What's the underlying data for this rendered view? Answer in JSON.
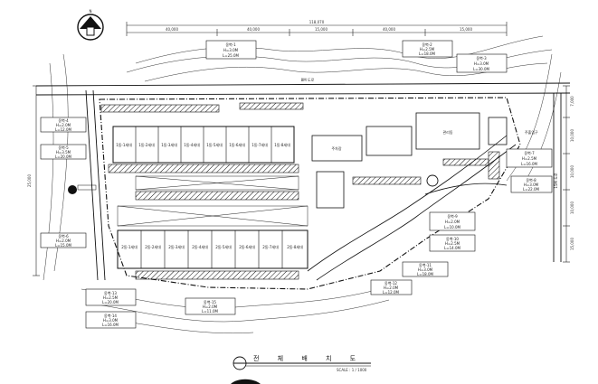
{
  "drawing": {
    "title": "전 체 배 치 도",
    "scale": "SCALE : 1 / 1000",
    "north_mark": "N"
  },
  "dimensions": {
    "top_total": "118,070",
    "top_segments": [
      "40,000",
      "40,000",
      "15,000",
      "40,000",
      "15,000"
    ],
    "left_side": "25,000",
    "right_side": [
      "7,000",
      "10,000",
      "10,000",
      "10,000",
      "15,000"
    ]
  },
  "units": {
    "upper_row": [
      "1동-1세대",
      "1동-2세대",
      "1동-3세대",
      "1동-4세대",
      "1동-5세대",
      "1동-6세대",
      "1동-7세대",
      "1동-8세대"
    ],
    "lower_row": [
      "2동-1세대",
      "2동-2세대",
      "2동-3세대",
      "2동-4세대",
      "2동-5세대",
      "2동-6세대",
      "2동-7세대",
      "2동-8세대"
    ]
  },
  "labels": {
    "road_top": "8M 도로",
    "road_right": "15M 도로",
    "parking": "주차장",
    "entrance": "주출입구",
    "facility": "관리동"
  },
  "callouts": [
    {
      "header": "옹벽-1",
      "lines": [
        "H=3.0M",
        "L=25.0M"
      ]
    },
    {
      "header": "옹벽-2",
      "lines": [
        "H=2.5M",
        "L=18.0M"
      ]
    },
    {
      "header": "옹벽-3",
      "lines": [
        "H=3.0M",
        "L=30.0M"
      ]
    },
    {
      "header": "옹벽-4",
      "lines": [
        "H=2.0M",
        "L=12.0M"
      ]
    },
    {
      "header": "옹벽-5",
      "lines": [
        "H=3.5M",
        "L=20.0M"
      ]
    },
    {
      "header": "옹벽-6",
      "lines": [
        "H=2.0M",
        "L=15.0M"
      ]
    },
    {
      "header": "옹벽-7",
      "lines": [
        "H=2.5M",
        "L=16.0M"
      ]
    },
    {
      "header": "옹벽-8",
      "lines": [
        "H=3.0M",
        "L=22.0M"
      ]
    },
    {
      "header": "옹벽-9",
      "lines": [
        "H=2.0M",
        "L=10.0M"
      ]
    },
    {
      "header": "옹벽-10",
      "lines": [
        "H=2.5M",
        "L=14.0M"
      ]
    },
    {
      "header": "옹벽-11",
      "lines": [
        "H=3.0M",
        "L=18.0M"
      ]
    },
    {
      "header": "옹벽-12",
      "lines": [
        "H=2.0M",
        "L=12.0M"
      ]
    },
    {
      "header": "옹벽-13",
      "lines": [
        "H=2.5M",
        "L=20.0M"
      ]
    },
    {
      "header": "옹벽-14",
      "lines": [
        "H=3.0M",
        "L=16.0M"
      ]
    },
    {
      "header": "옹벽-15",
      "lines": [
        "H=2.0M",
        "L=11.0M"
      ]
    }
  ],
  "colors": {
    "ink": "#111111",
    "paper": "#ffffff"
  }
}
